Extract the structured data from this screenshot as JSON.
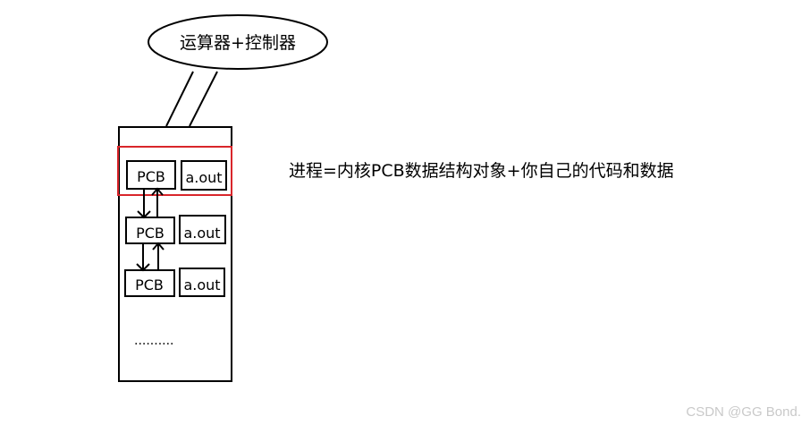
{
  "diagram": {
    "cpu_label": "运算器+控制器",
    "process_equation": "进程=内核PCB数据结构对象+你自己的代码和数据",
    "entries": [
      {
        "pcb": "PCB",
        "code": "a.out"
      },
      {
        "pcb": "PCB",
        "code": "a.out"
      },
      {
        "pcb": "PCB",
        "code": "a.out"
      }
    ],
    "ellipsis": "..........",
    "highlight_color": "#d9262b"
  },
  "watermark": "CSDN @GG Bond."
}
